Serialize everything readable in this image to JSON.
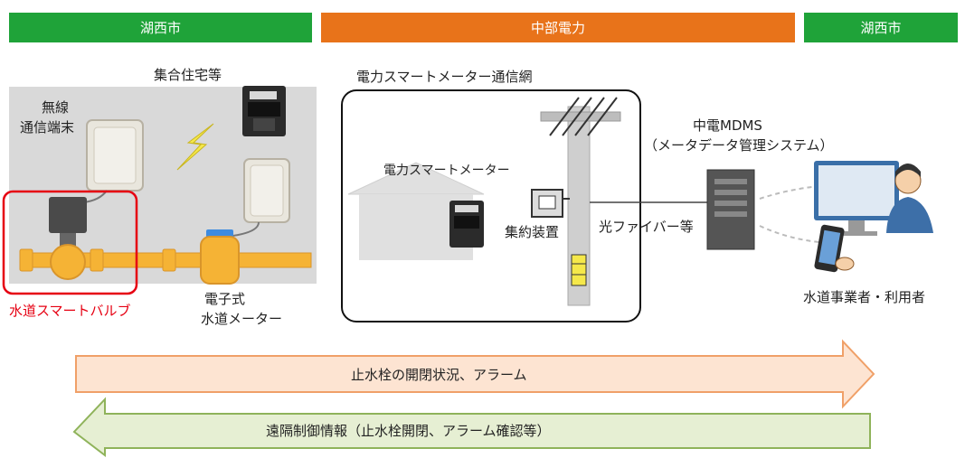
{
  "headers": {
    "left": "湖西市",
    "middle": "中部電力",
    "right": "湖西市"
  },
  "labels": {
    "apartment": "集合住宅等",
    "wireless_line1": "無線",
    "wireless_line2": "通信端末",
    "smart_valve": "水道スマートバルブ",
    "water_meter_line1": "電子式",
    "water_meter_line2": "水道メーター",
    "network_title": "電力スマートメーター通信網",
    "power_meter": "電力スマートメーター",
    "concentrator": "集約装置",
    "fiber": "光ファイバー等",
    "mdms_line1": "中電MDMS",
    "mdms_line2": "（メータデータ管理システム）",
    "users": "水道事業者・利用者"
  },
  "arrows": {
    "upstream": "止水栓の開閉状況、アラーム",
    "downstream": "遠隔制御情報（止水栓開閉、アラーム確認等）"
  },
  "colors": {
    "city_green": "#1fa339",
    "chubu_orange": "#e8731a",
    "valve_red": "#e60012",
    "arrow_orange_fill": "#fde4d2",
    "arrow_orange_stroke": "#f0a068",
    "arrow_green_fill": "#e6efd3",
    "arrow_green_stroke": "#8fb35a",
    "pipe_orange": "#f5b335"
  }
}
